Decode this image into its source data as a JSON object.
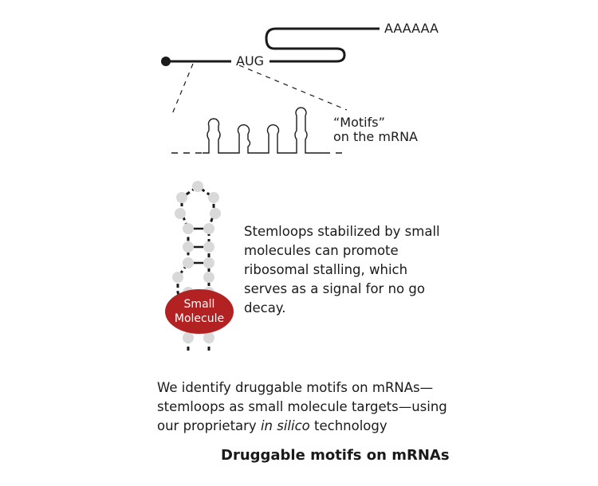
{
  "mrna": {
    "start_codon_label": "AUG",
    "polya_label": "AAAAAA"
  },
  "motifs": {
    "label_line1": "“Motifs”",
    "label_line2": "on the mRNA"
  },
  "stemloop": {
    "molecule_line1": "Small",
    "molecule_line2": "Molecule",
    "molecule_color": "#b22222",
    "nucleotide_color": "#d9d9d9",
    "caption": "Stemloops stabilized by small molecules can promote ribosomal stalling, which serves as a signal for no go decay."
  },
  "summary": {
    "text_before": "We identify druggable motifs on mRNAs—stemloops as small molecule targets—using our proprietary ",
    "italic": "in silico",
    "text_after": " technology"
  },
  "title": "Druggable motifs on mRNAs"
}
